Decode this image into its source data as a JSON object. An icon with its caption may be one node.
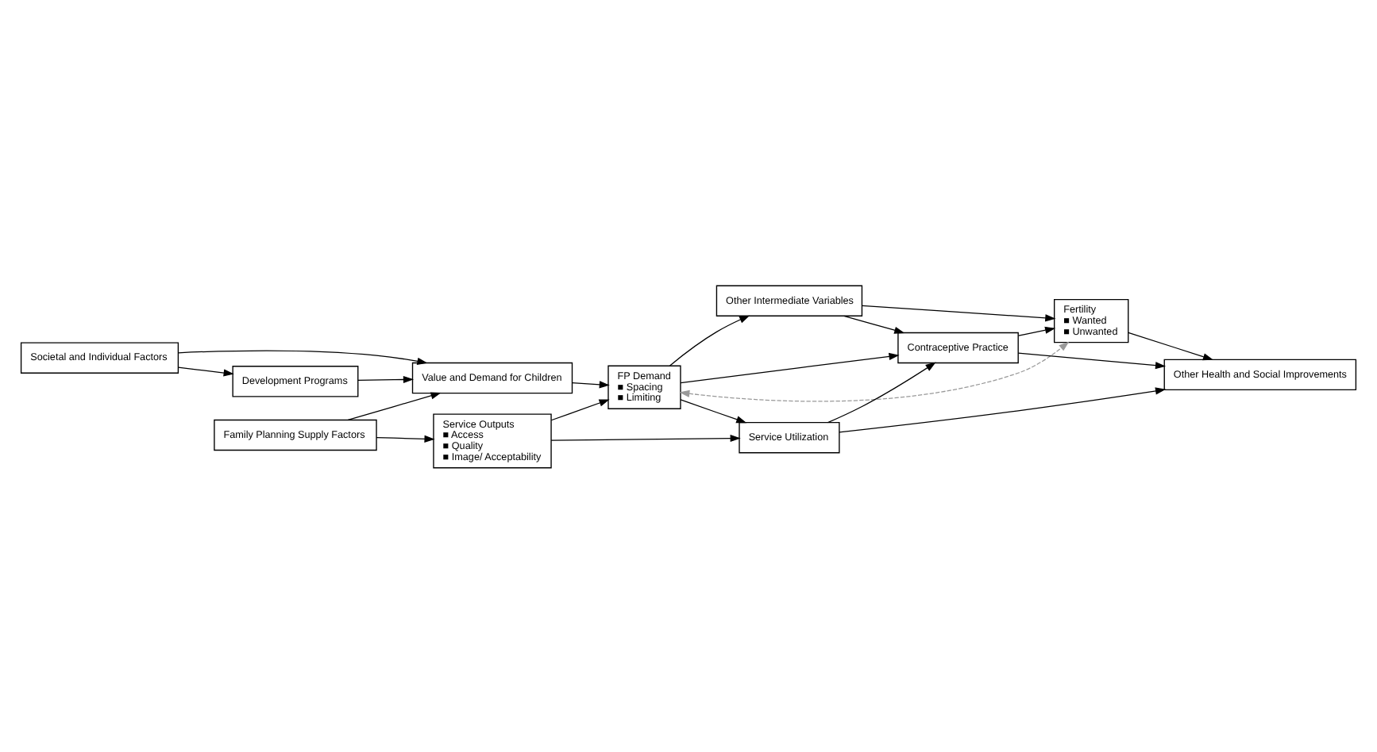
{
  "diagram": {
    "nodes": [
      {
        "text": [
          "Societal and Individual Factors"
        ]
      },
      {
        "text": [
          "Value and Demand for Children"
        ]
      },
      {
        "text": [
          "FP Demand",
          "■ Spacing",
          "■ Limiting"
        ]
      },
      {
        "text": [
          "Other Intermediate Variables"
        ]
      },
      {
        "text": [
          "Fertility",
          "■ Wanted",
          "■ Unwanted"
        ]
      },
      {
        "text": [
          "Contraceptive Practice"
        ]
      },
      {
        "text": [
          "Development Programs"
        ]
      },
      {
        "text": [
          "Family Planning Supply Factors"
        ]
      },
      {
        "text": [
          "Service Outputs",
          "■ Access",
          "■ Quality",
          "■ Image/ Acceptability"
        ]
      },
      {
        "text": [
          "Service Utilization"
        ]
      },
      {
        "text": [
          "Other Health and Social Improvements"
        ]
      }
    ],
    "edges": [
      {
        "from": 0,
        "to": 1,
        "arrow": "to"
      },
      {
        "from": 1,
        "to": 2,
        "arrow": "to"
      },
      {
        "from": 0,
        "to": 6,
        "arrow": "to"
      },
      {
        "from": 6,
        "to": 1,
        "arrow": "to"
      },
      {
        "from": 7,
        "to": 1,
        "arrow": "to"
      },
      {
        "from": 7,
        "to": 8,
        "arrow": "to"
      },
      {
        "from": 8,
        "to": 2,
        "arrow": "to"
      },
      {
        "from": 8,
        "to": 9,
        "arrow": "to"
      },
      {
        "from": 2,
        "to": 3,
        "arrow": "to"
      },
      {
        "from": 2,
        "to": 5,
        "arrow": "to"
      },
      {
        "from": 2,
        "to": 9,
        "arrow": "to"
      },
      {
        "from": 3,
        "to": 5,
        "arrow": "to"
      },
      {
        "from": 3,
        "to": 4,
        "arrow": "to"
      },
      {
        "from": 5,
        "to": 4,
        "arrow": "to"
      },
      {
        "from": 9,
        "to": 5,
        "arrow": "to"
      },
      {
        "from": 9,
        "to": 10,
        "arrow": "to"
      },
      {
        "from": 5,
        "to": 10,
        "arrow": "to"
      },
      {
        "from": 4,
        "to": 10,
        "arrow": "to"
      },
      {
        "from": 2,
        "to": 4,
        "arrow": "both",
        "style": "dashed",
        "color": "#999999"
      }
    ]
  }
}
